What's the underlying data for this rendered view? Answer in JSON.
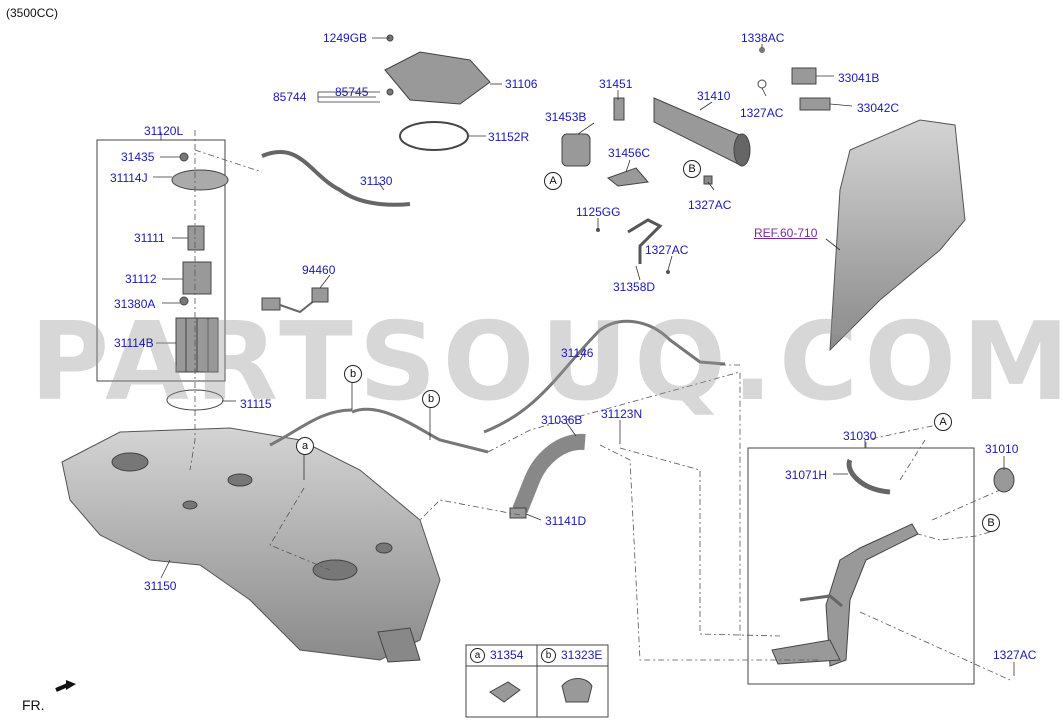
{
  "header": {
    "engine": "(3500CC)"
  },
  "watermark": "PARTSOUQ.COM",
  "direction": {
    "label": "FR."
  },
  "reference": {
    "label": "REF.60-710"
  },
  "callouts": {
    "a": "a",
    "b": "b",
    "A": "A",
    "B": "B"
  },
  "parts": {
    "p1249GB": "1249GB",
    "p85744": "85744",
    "p85745": "85745",
    "p31106": "31106",
    "p31152R": "31152R",
    "p31120L": "31120L",
    "p31435": "31435",
    "p31114J": "31114J",
    "p31130": "31130",
    "p31111": "31111",
    "p31112": "31112",
    "p31380A": "31380A",
    "p31114B": "31114B",
    "p94460": "94460",
    "p31115": "31115",
    "p31451": "31451",
    "p31410": "31410",
    "p31453B": "31453B",
    "p31456C": "31456C",
    "p1327AC_a": "1327AC",
    "p1125GG": "1125GG",
    "p1327AC_b": "1327AC",
    "p31358D": "31358D",
    "p1338AC": "1338AC",
    "p33041B": "33041B",
    "p1327AC_c": "1327AC",
    "p33042C": "33042C",
    "p31146": "31146",
    "p31036B": "31036B",
    "p31123N": "31123N",
    "p31141D": "31141D",
    "p31150": "31150",
    "p31030": "31030",
    "p31010": "31010",
    "p31071H": "31071H",
    "p1327AC_d": "1327AC"
  },
  "legend": {
    "a_code": "31354",
    "b_code": "31323E"
  },
  "colors": {
    "label": "#1a1ab0",
    "reference": "#7a2aa0",
    "part_fill": "#a8a8a8",
    "line": "#333333"
  }
}
